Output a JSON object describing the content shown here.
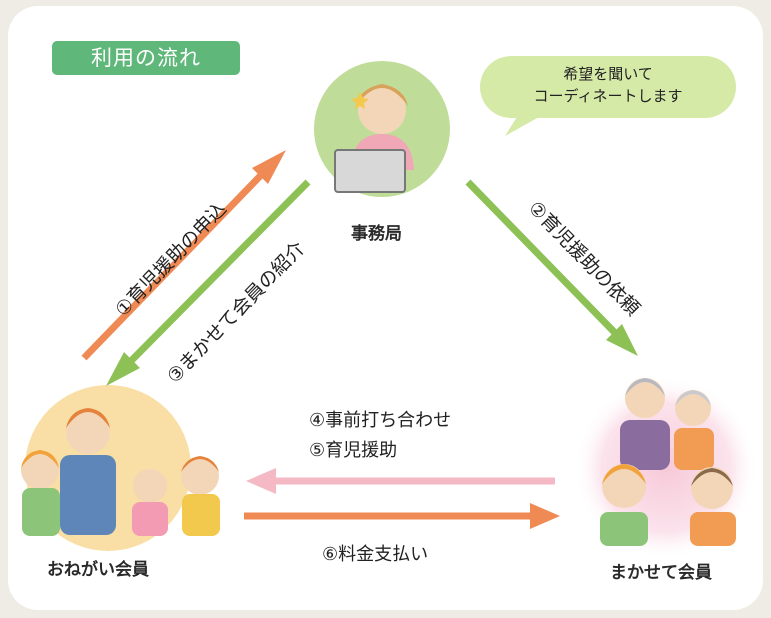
{
  "title": "利用の流れ",
  "bubble": {
    "line1": "希望を聞いて",
    "line2": "コーディネートします"
  },
  "nodes": {
    "office": "事務局",
    "requester": "おねがい会員",
    "provider": "まかせて会員"
  },
  "steps": {
    "s1": "①育児援助の申込",
    "s2": "②育児援助の依頼",
    "s3": "③まかせて会員の紹介",
    "s4": "④事前打ち合わせ",
    "s5": "⑤育児援助",
    "s6": "⑥料金支払い"
  },
  "colors": {
    "orange": "#ef8a55",
    "green": "#8dc155",
    "pink": "#f4b9c5",
    "badge": "#5fb87a",
    "bubble": "#d6eaa8"
  }
}
